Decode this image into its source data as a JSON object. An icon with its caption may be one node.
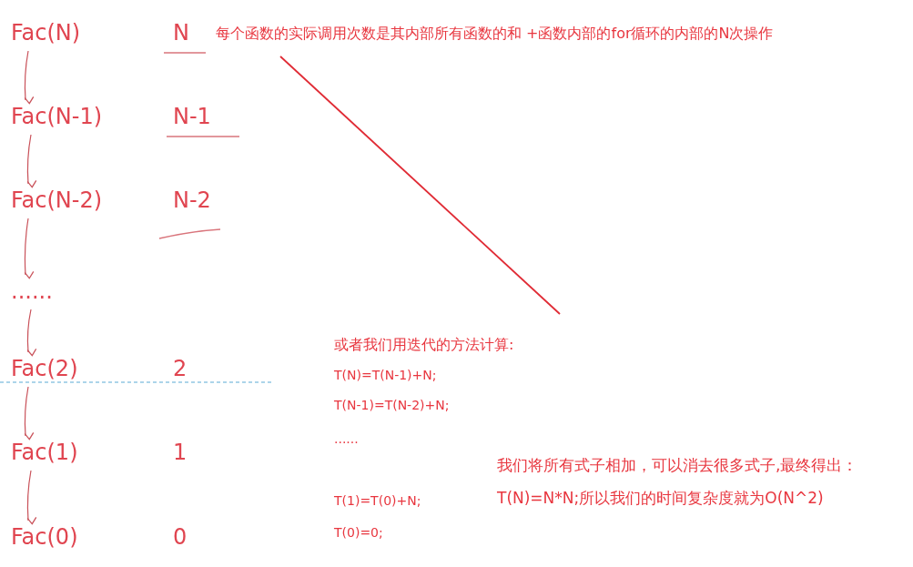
{
  "diagram": {
    "nodes": [
      {
        "text": [
          "Fac(N)"
        ]
      },
      {
        "text": [
          "Fac(N-1)"
        ]
      },
      {
        "text": [
          "Fac(N-2)"
        ]
      },
      {
        "text": [
          "......"
        ]
      },
      {
        "text": [
          "Fac(2)"
        ]
      },
      {
        "text": [
          "Fac(1)"
        ]
      },
      {
        "text": [
          "Fac(0)"
        ]
      }
    ],
    "edges": [
      {
        "from": 0,
        "to": 1,
        "arrow": "to"
      },
      {
        "from": 1,
        "to": 2,
        "arrow": "to"
      },
      {
        "from": 2,
        "to": 3,
        "arrow": "to"
      },
      {
        "from": 3,
        "to": 4,
        "arrow": "to"
      },
      {
        "from": 4,
        "to": 5,
        "arrow": "to"
      },
      {
        "from": 5,
        "to": 6,
        "arrow": "to"
      }
    ],
    "labels": [
      "N",
      "每个函数的实际调用次数是其内部所有函数的和 +函数内部的for循环的内部的N次操作",
      "N-1",
      "N-2",
      "2",
      "或者我们用迭代的方法计算:",
      "T(N)=T(N-1)+N;",
      "T(N-1)=T(N-2)+N;",
      "1",
      "......",
      "我们将所有式子相加，可以消去很多式子,最终得出：T(N)=N*N;所以我们的时间复杂度就为O(N^2)",
      "T(1)=T(0)+N;",
      "0",
      "T(0)=0;"
    ]
  }
}
